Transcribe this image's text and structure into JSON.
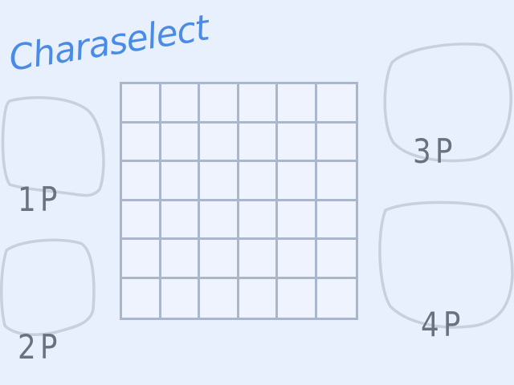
{
  "screen": {
    "title": "Charaselect"
  },
  "grid": {
    "rows": 6,
    "columns": 6
  },
  "players": [
    {
      "id": "p1",
      "label": "1P"
    },
    {
      "id": "p2",
      "label": "2P"
    },
    {
      "id": "p3",
      "label": "3P"
    },
    {
      "id": "p4",
      "label": "4P"
    }
  ],
  "colors": {
    "background": "#e8effd",
    "title": "#4a8be6",
    "grid": "#a9b6cc",
    "slot_outline": "#c9d0db",
    "label": "#6a7180"
  }
}
